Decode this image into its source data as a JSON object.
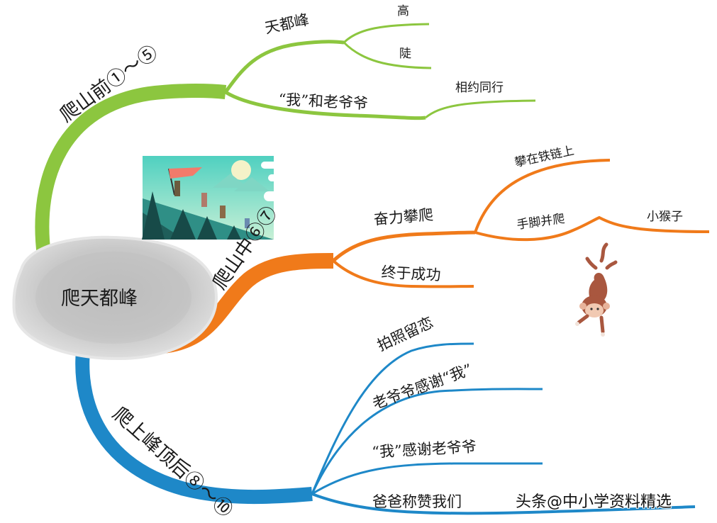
{
  "colors": {
    "green": "#8cc63f",
    "orange": "#f07a1a",
    "blue": "#1e88c8",
    "center_fill": "#c9c9c9",
    "text": "#1a1a1a"
  },
  "center": {
    "label": "爬天都峰"
  },
  "branches": [
    {
      "label": "爬山前①～⑤",
      "color": "green",
      "children": [
        {
          "label": "天都峰",
          "children": [
            {
              "label": "高"
            },
            {
              "label": "陡"
            }
          ]
        },
        {
          "label": "“我”和老爷爷",
          "children": [
            {
              "label": "相约同行"
            }
          ]
        }
      ]
    },
    {
      "label": "爬山中⑥⑦",
      "color": "orange",
      "children": [
        {
          "label": "奋力攀爬",
          "children": [
            {
              "label": "攀在铁链上"
            },
            {
              "label": "手脚并爬",
              "children": [
                {
                  "label": "小猴子"
                }
              ]
            }
          ]
        },
        {
          "label": "终于成功"
        }
      ]
    },
    {
      "label": "爬上峰顶后⑧～⑩",
      "color": "blue",
      "children": [
        {
          "label": "拍照留恋"
        },
        {
          "label": "老爷爷感谢“我”"
        },
        {
          "label": "“我”感谢老爷爷"
        },
        {
          "label": "爸爸称赞我们"
        }
      ]
    }
  ],
  "illustrations": [
    {
      "name": "mountain-climbers-picture",
      "description": "climbers with red flag on green mountain slope"
    },
    {
      "name": "monkey-picture",
      "description": "monkey hanging upside down"
    }
  ],
  "watermark": "头条@中小学资料精选"
}
